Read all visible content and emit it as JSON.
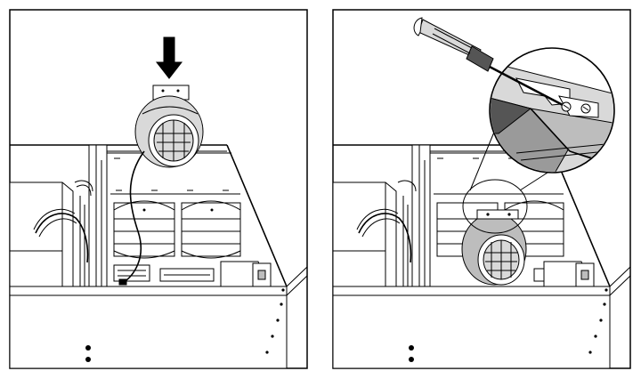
{
  "figure": {
    "panels": [
      {
        "id": "left",
        "step": "insert-fan",
        "arrow": "down-arrow"
      },
      {
        "id": "right",
        "step": "tighten-screw",
        "tool": "screwdriver",
        "detail": "magnified-bracket"
      }
    ],
    "colors": {
      "line": "#000000",
      "background": "#ffffff",
      "shade_light": "#d9d9d9",
      "shade_mid": "#bdbdbd",
      "shade_dark": "#9a9a9a"
    }
  }
}
